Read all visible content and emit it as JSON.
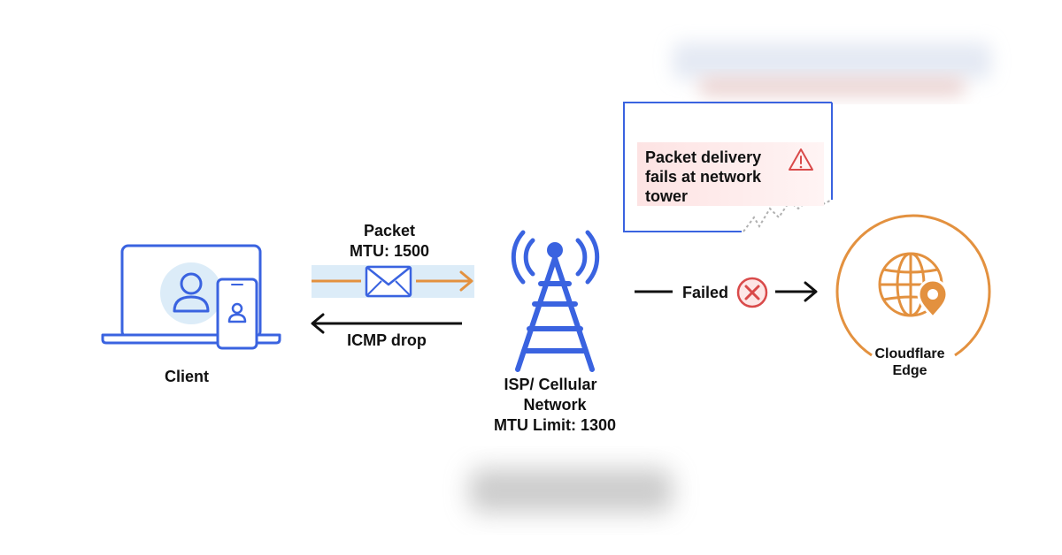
{
  "client": {
    "label": "Client"
  },
  "packet": {
    "line1": "Packet",
    "line2": "MTU: 1500"
  },
  "icmp": {
    "label": "ICMP drop"
  },
  "tower": {
    "line1": "ISP/ Cellular",
    "line2": "Network",
    "line3": "MTU Limit: 1300"
  },
  "failed": {
    "label": "Failed"
  },
  "callout": {
    "line1": "Packet delivery",
    "line2": "fails at network",
    "line3": "tower"
  },
  "edge": {
    "line1": "Cloudflare",
    "line2": "Edge"
  },
  "colors": {
    "blue": "#3a63e0",
    "orange": "#e3913f",
    "red": "#d94a4a",
    "light_blue": "#dcecf8",
    "light_red": "#fde6e6"
  },
  "icons": [
    "laptop-icon",
    "phone-icon",
    "envelope-icon",
    "cell-tower-icon",
    "error-icon",
    "warning-icon",
    "globe-icon",
    "location-pin-icon"
  ]
}
